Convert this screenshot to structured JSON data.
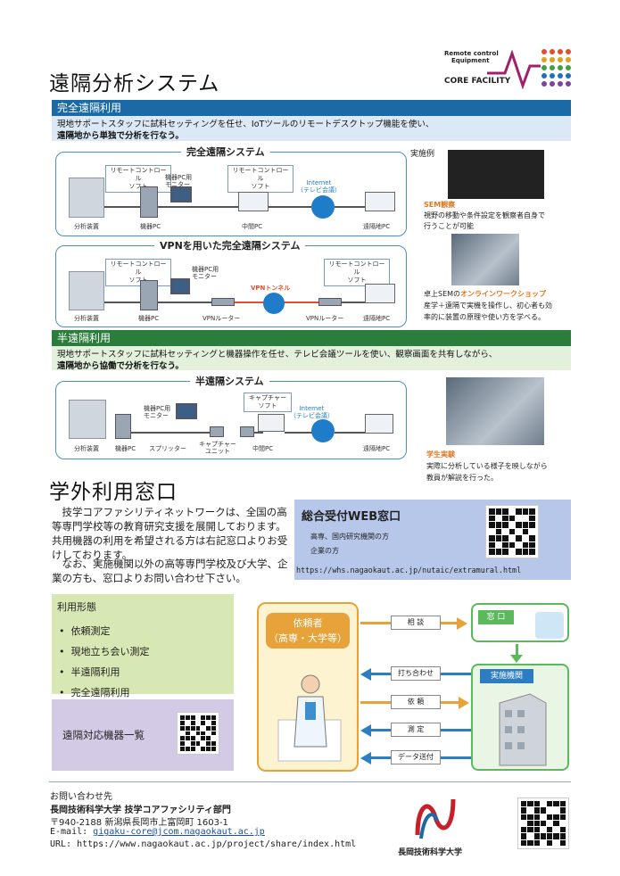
{
  "title": "遠隔分析システム",
  "logo": {
    "line1": "Remote control",
    "line2": "Equipment",
    "line3": "CORE FACILITY"
  },
  "full_remote": {
    "band": "完全遠隔利用",
    "desc1": "現地サポートスタッフに試料セッティングを任せ、IoTツールのリモートデスクトップ機能を使い、",
    "desc2": "遠隔地から単独で分析を行なう。",
    "system1": {
      "title": "完全遠隔システム",
      "tag1": "リモートコントロール\nソフト",
      "tag2": "リモートコントロール\nソフト",
      "monitor": "機器PC用\nモニター",
      "internet": "Internet\n（テレビ会議）",
      "labels": [
        "分析装置",
        "機器PC",
        "中間PC",
        "遠隔地PC"
      ]
    },
    "system2": {
      "title": "VPNを用いた完全遠隔システム",
      "tag1": "リモートコントロール\nソフト",
      "tag2": "リモートコントロール\nソフト",
      "monitor": "機器PC用\nモニター",
      "vpn": "VPNトンネル",
      "labels": [
        "分析装置",
        "機器PC",
        "VPNルーター",
        "VPNルーター",
        "遠隔地PC"
      ]
    }
  },
  "examples": {
    "heading": "実施例",
    "ex1_title": "SEM観察",
    "ex1_text1": "視野の移動や条件設定を観察者自身で",
    "ex1_text2": "行うことが可能",
    "ex2_prefix": "卓上SEMの",
    "ex2_title": "オンラインワークショップ",
    "ex2_text1": "産学＋遠隔で実機を操作し、初心者も効",
    "ex2_text2": "率的に装置の原理や使い方を学べる。",
    "ex3_title": "学生実験",
    "ex3_text1": "実際に分析している様子を映しながら",
    "ex3_text2": "教員が解説を行った。"
  },
  "semi_remote": {
    "band": "半遠隔利用",
    "desc1": "現地サポートスタッフに試料セッティングと機器操作を任せ、テレビ会議ツールを使い、観察画面を共有しながら、",
    "desc2": "遠隔地から協働で分析を行なう。",
    "system": {
      "title": "半遠隔システム",
      "tag1": "キャプチャー\nソフト",
      "monitor": "機器PC用\nモニター",
      "internet": "Internet\n（テレビ会議）",
      "labels": [
        "分析装置",
        "機器PC",
        "スプリッター",
        "キャプチャー\nユニット",
        "中間PC",
        "遠隔地PC"
      ]
    }
  },
  "external": {
    "title": "学外利用窓口",
    "p1": "技学コアファシリティネットワークは、全国の高等専門学校等の教育研究支援を展開しております。共用機器の利用を希望される方は右記窓口よりお受けしております。",
    "p2": "なお、実施機関以外の高等専門学校及び大学、企業の方も、窓口よりお問い合わせ下さい。",
    "web_title": "総合受付WEB窓口",
    "web_line1": "高専、国内研究機関の方",
    "web_line2": "企業の方",
    "web_url": "https://whs.nagaokaut.ac.jp/nutaic/extramural.html"
  },
  "usage": {
    "heading": "利用形態",
    "items": [
      "依頼測定",
      "現地立ち会い測定",
      "半遠隔利用",
      "完全遠隔利用"
    ],
    "remote_list": "遠隔対応機器一覧"
  },
  "flow": {
    "requester1": "依頼者",
    "requester2": "（高専・大学等）",
    "window": "窓 口",
    "institution": "実施機関",
    "steps": [
      "相 談",
      "打ち合わせ",
      "依 頼",
      "測 定",
      "データ送付"
    ]
  },
  "contact": {
    "heading": "お問い合わせ先",
    "org": "長岡技術科学大学 技学コアファシリティ部門",
    "address": "〒940-2188 新潟県長岡市上富岡町 1603-1",
    "email_label": "E-mail: ",
    "email": "gigaku-core@jcom.nagaokaut.ac.jp",
    "url": "URL: https://www.nagaokaut.ac.jp/project/share/index.html",
    "univ": "長岡技術科学大学"
  },
  "colors": {
    "blue_band": "#1b6aa5",
    "green_band": "#2b7d3c",
    "flow_orange": "#e7a33a",
    "flow_green": "#5cb85c"
  }
}
